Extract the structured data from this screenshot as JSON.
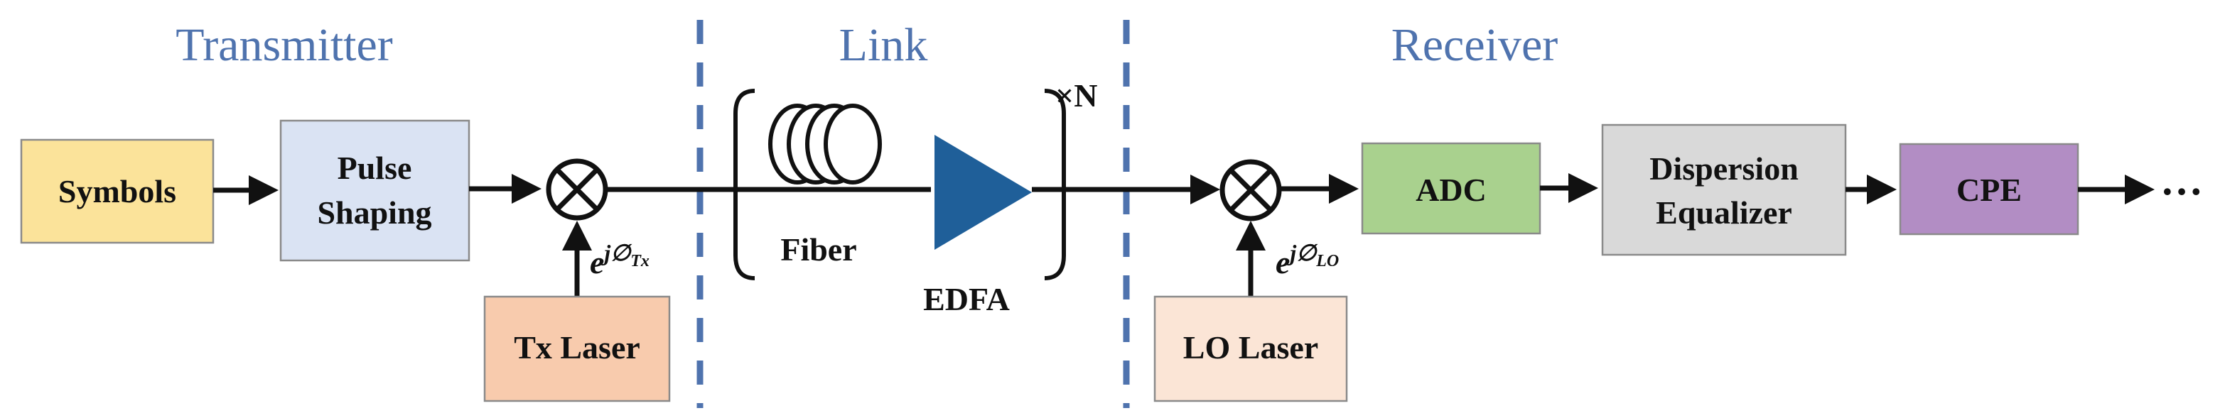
{
  "sections": {
    "transmitter": "Transmitter",
    "link": "Link",
    "receiver": "Receiver"
  },
  "blocks": {
    "symbols": {
      "label": "Symbols",
      "color": "#fbe39a"
    },
    "pulse_shaping": {
      "line1": "Pulse",
      "line2": "Shaping",
      "color": "#dae3f3"
    },
    "tx_laser": {
      "label": "Tx Laser",
      "color": "#f8cbad"
    },
    "adc": {
      "label": "ADC",
      "color": "#a9d18e"
    },
    "dispersion_equalizer": {
      "line1": "Dispersion",
      "line2": "Equalizer",
      "color": "#d9d9d9"
    },
    "cpe": {
      "label": "CPE",
      "color": "#b28dc4"
    },
    "lo_laser": {
      "label": "LO Laser",
      "color": "#fbe5d6"
    }
  },
  "link": {
    "fiber_label": "Fiber",
    "edfa_label": "EDFA",
    "edfa_color": "#1f5f99",
    "repeat_label": "×N"
  },
  "phase_terms": {
    "tx": {
      "base": "e",
      "sup": "j∅",
      "sub": "Tx"
    },
    "lo": {
      "base": "e",
      "sup": "j∅",
      "sub": "LO"
    }
  },
  "continuation": "…",
  "colors": {
    "section_text": "#4f73ae",
    "divider": "#4f73ae",
    "wire": "#111111"
  },
  "icons": [
    "mixer-icon",
    "fiber-coil-icon",
    "amplifier-triangle-icon",
    "arrow-icon"
  ]
}
